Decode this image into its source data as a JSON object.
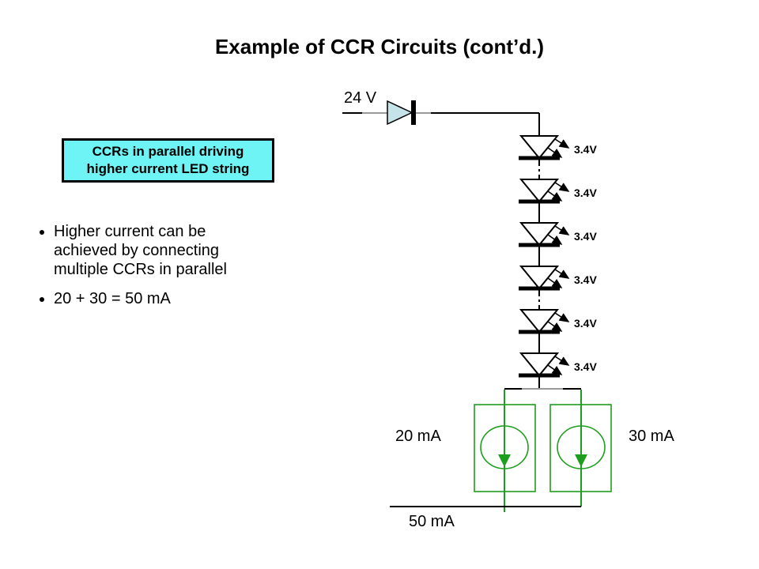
{
  "title": "Example of CCR Circuits (cont’d.)",
  "callout": {
    "text": "CCRs in parallel driving\nhigher current LED string",
    "fill_color": "#6EF4F4"
  },
  "bullets": {
    "item1": "Higher current can be\nachieved by connecting\nmultiple CCRs in parallel",
    "item2": "20 + 30 = 50 mA"
  },
  "circuit": {
    "supply_label": "24 V",
    "led_voltage": "3.4V",
    "led_count": 6,
    "ccr_left_label": "20 mA",
    "ccr_right_label": "30 mA",
    "total_label": "50 mA",
    "colors": {
      "ccr_green": "#1E9E1E",
      "diode_fill": "#C5E3E9",
      "wire_gray": "#999999",
      "wire_black": "#000000"
    }
  }
}
